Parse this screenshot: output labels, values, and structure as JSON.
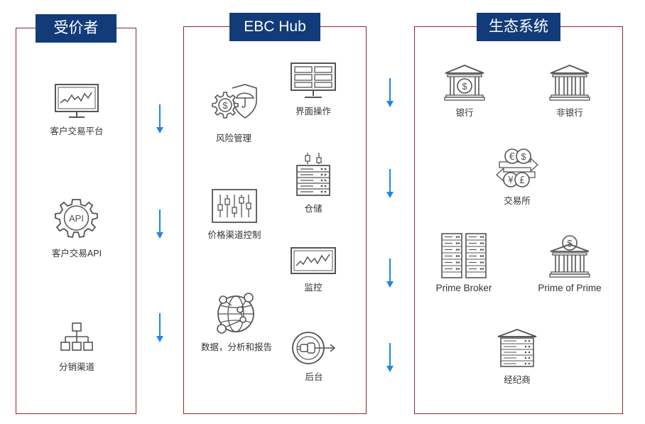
{
  "panels": {
    "receivers": {
      "title": "受价者",
      "items": [
        "客户交易平台",
        "客户交易API",
        "分销渠道"
      ]
    },
    "hub": {
      "title": "EBC Hub",
      "items": [
        "风险管理",
        "界面操作",
        "价格渠道控制",
        "仓储",
        "监控",
        "数据，分析和报告",
        "后台"
      ]
    },
    "ecosystem": {
      "title": "生态系统",
      "items": [
        "银行",
        "非银行",
        "交易所",
        "Prime Broker",
        "Prime of Prime",
        "经纪商"
      ]
    }
  },
  "icons": {
    "trading-platform": "monitor-chart-icon",
    "api": "gear-api-icon",
    "distribution": "org-chart-icon",
    "risk": "gear-umbrella-shield-icon",
    "interface": "monitor-grid-icon",
    "price-channel": "sliders-icon",
    "storage": "server-rack-icon",
    "monitoring": "monitor-chart-icon",
    "data": "globe-network-icon",
    "backend": "circle-cable-icon",
    "bank": "bank-dollar-icon",
    "nonbank": "bank-building-icon",
    "exchange": "currency-exchange-icon",
    "prime-broker": "double-server-icon",
    "prime-of-prime": "bank-coin-icon",
    "broker": "server-roof-icon"
  },
  "colors": {
    "panel_border": "#8a2a2f",
    "title_bg": "#123b7a",
    "arrow": "#1e88e5",
    "icon": "#555555"
  }
}
